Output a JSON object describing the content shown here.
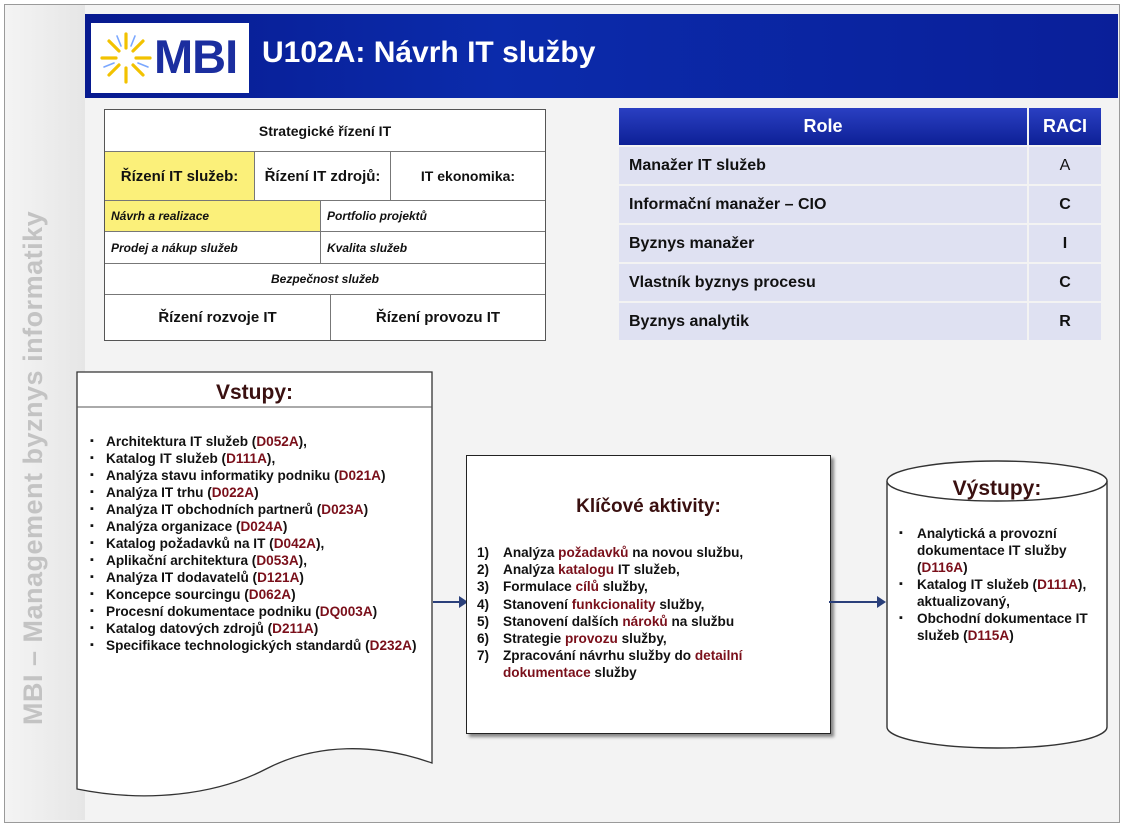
{
  "side_title": "MBI – Management byznys informatiky",
  "header": {
    "logo_text": "MBI",
    "title": "U102A: Návrh IT služby"
  },
  "colors": {
    "header_blue": "#0b2bab",
    "highlight_yellow": "#fbf07a",
    "code_red": "#7a0f1a",
    "raci_row_bg": "#dfe1f2"
  },
  "framework": {
    "strategic": "Strategické řízení IT",
    "mgmt_services": "Řízení IT služeb:",
    "mgmt_resources": "Řízení IT zdrojů:",
    "it_economics": "IT ekonomika:",
    "design": "Návrh a realizace",
    "portfolio": "Portfolio projektů",
    "sales": "Prodej a nákup služeb",
    "quality": "Kvalita služeb",
    "security": "Bezpečnost služeb",
    "development": "Řízení rozvoje IT",
    "operations": "Řízení provozu IT"
  },
  "raci": {
    "header_role": "Role",
    "header_raci": "RACI",
    "rows": [
      {
        "role": "Manažer IT služeb",
        "raci": "A"
      },
      {
        "role": "Informační manažer – CIO",
        "raci": "C"
      },
      {
        "role": "Byznys manažer",
        "raci": "I"
      },
      {
        "role": "Vlastník byznys procesu",
        "raci": "C"
      },
      {
        "role": "Byznys analytik",
        "raci": "R"
      }
    ]
  },
  "inputs": {
    "title": "Vstupy:",
    "items": [
      {
        "text": "Architektura IT služeb (",
        "code": "D052A",
        "end": "),"
      },
      {
        "text": "Katalog IT služeb (",
        "code": "D111A",
        "end": "),"
      },
      {
        "text": "Analýza stavu informatiky podniku (",
        "code": "D021A",
        "end": ")"
      },
      {
        "text": "Analýza IT trhu (",
        "code": "D022A",
        "end": ")"
      },
      {
        "text": "Analýza IT obchodních partnerů (",
        "code": "D023A",
        "end": ")"
      },
      {
        "text": "Analýza organizace (",
        "code": "D024A",
        "end": ")"
      },
      {
        "text": "Katalog požadavků na IT (",
        "code": "D042A",
        "end": "),"
      },
      {
        "text": "Aplikační architektura (",
        "code": "D053A",
        "end": "),"
      },
      {
        "text": "Analýza IT dodavatelů (",
        "code": "D121A",
        "end": ")"
      },
      {
        "text": "Koncepce sourcingu (",
        "code": "D062A",
        "end": ")"
      },
      {
        "text": "Procesní dokumentace podniku (",
        "code": "DQ003A",
        "end": ")"
      },
      {
        "text": "Katalog datových zdrojů (",
        "code": "D211A",
        "end": ")"
      },
      {
        "text": "Specifikace technologických standardů (",
        "code": "D232A",
        "end": ")"
      }
    ]
  },
  "activities": {
    "title": "Klíčové aktivity:",
    "items": [
      {
        "num": "1)",
        "pre": "Analýza ",
        "kw": "požadavků",
        "post": " na novou službu,"
      },
      {
        "num": "2)",
        "pre": "Analýza ",
        "kw": "katalogu",
        "post": " IT služeb,"
      },
      {
        "num": "3)",
        "pre": "Formulace ",
        "kw": "cílů",
        "post": " služby,"
      },
      {
        "num": "4)",
        "pre": "Stanovení ",
        "kw": "funkcionality",
        "post": " služby,"
      },
      {
        "num": "5)",
        "pre": "Stanovení dalších ",
        "kw": "nároků",
        "post": " na službu"
      },
      {
        "num": "6)",
        "pre": "Strategie ",
        "kw": "provozu",
        "post": " služby,"
      },
      {
        "num": "7)",
        "pre": "Zpracování návrhu služby do ",
        "kw": "detailní dokumentace",
        "post": " služby"
      }
    ]
  },
  "outputs": {
    "title": "Výstupy:",
    "items": [
      {
        "text": "Analytická a provozní dokumentace IT služby (",
        "code": "D116A",
        "end": ")"
      },
      {
        "text": "Katalog IT služeb (",
        "code": "D111A",
        "end": "), aktualizovaný,"
      },
      {
        "text": "Obchodní dokumentace IT služeb (",
        "code": "D115A",
        "end": ")"
      }
    ]
  }
}
